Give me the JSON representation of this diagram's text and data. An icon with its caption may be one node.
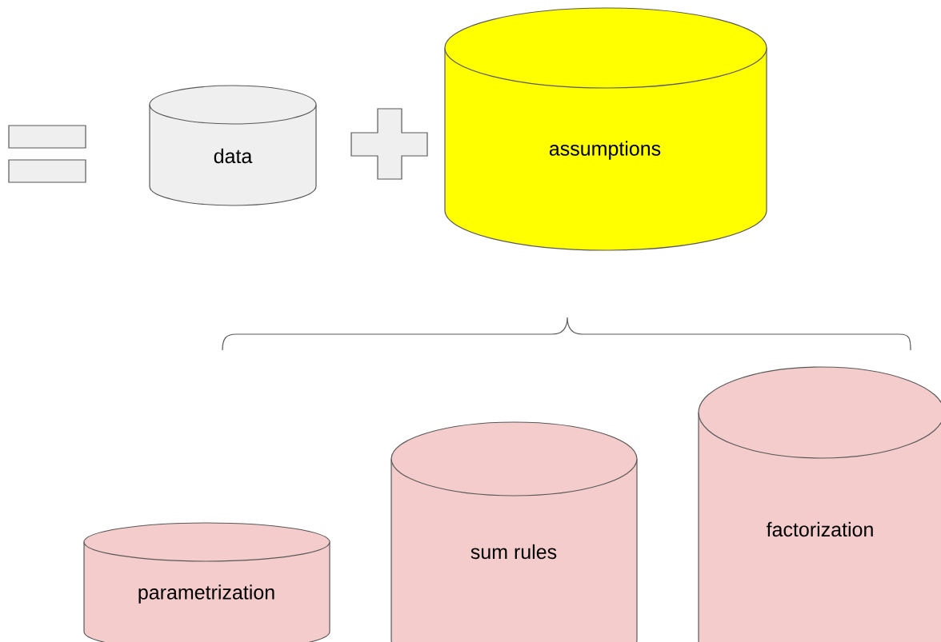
{
  "diagram": {
    "nodes": [
      {
        "text": [],
        "shape": "equals"
      },
      {
        "text": [
          "data"
        ]
      },
      {
        "text": [],
        "shape": "plus"
      },
      {
        "text": [
          "assumptions"
        ]
      },
      {
        "text": [
          "parametrization"
        ]
      },
      {
        "text": [
          "sum rules"
        ]
      },
      {
        "text": [
          "factorization"
        ]
      }
    ]
  }
}
